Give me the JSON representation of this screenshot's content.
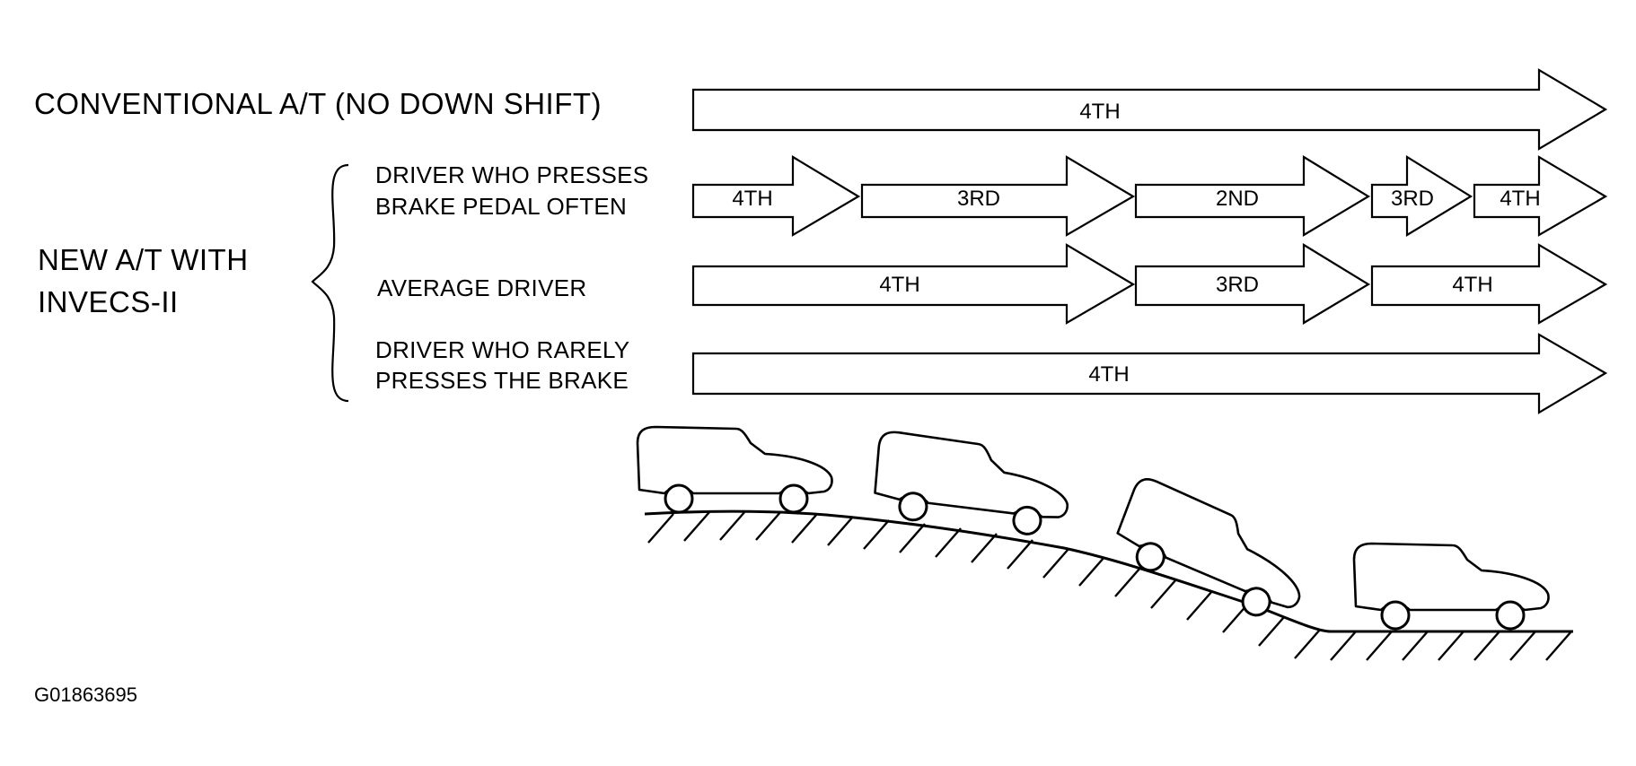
{
  "conventional": {
    "label": "CONVENTIONAL A/T (NO DOWN SHIFT)",
    "gears": [
      "4TH"
    ]
  },
  "new_at": {
    "label_line1": "NEW A/T WITH",
    "label_line2": "INVECS-II",
    "drivers": [
      {
        "line1": "DRIVER WHO PRESSES",
        "line2": "BRAKE PEDAL OFTEN",
        "gears": [
          "4TH",
          "3RD",
          "2ND",
          "3RD",
          "4TH"
        ]
      },
      {
        "line1": "AVERAGE DRIVER",
        "line2": "",
        "gears": [
          "4TH",
          "3RD",
          "4TH"
        ]
      },
      {
        "line1": "DRIVER WHO RARELY",
        "line2": "PRESSES THE BRAKE",
        "gears": [
          "4TH"
        ]
      }
    ]
  },
  "figure_code": "G01863695",
  "icons": [
    "vehicle-icon",
    "hill-slope-icon",
    "brace-icon",
    "gear-arrow-icon"
  ],
  "colors": {
    "stroke": "#000000",
    "background": "#ffffff"
  }
}
